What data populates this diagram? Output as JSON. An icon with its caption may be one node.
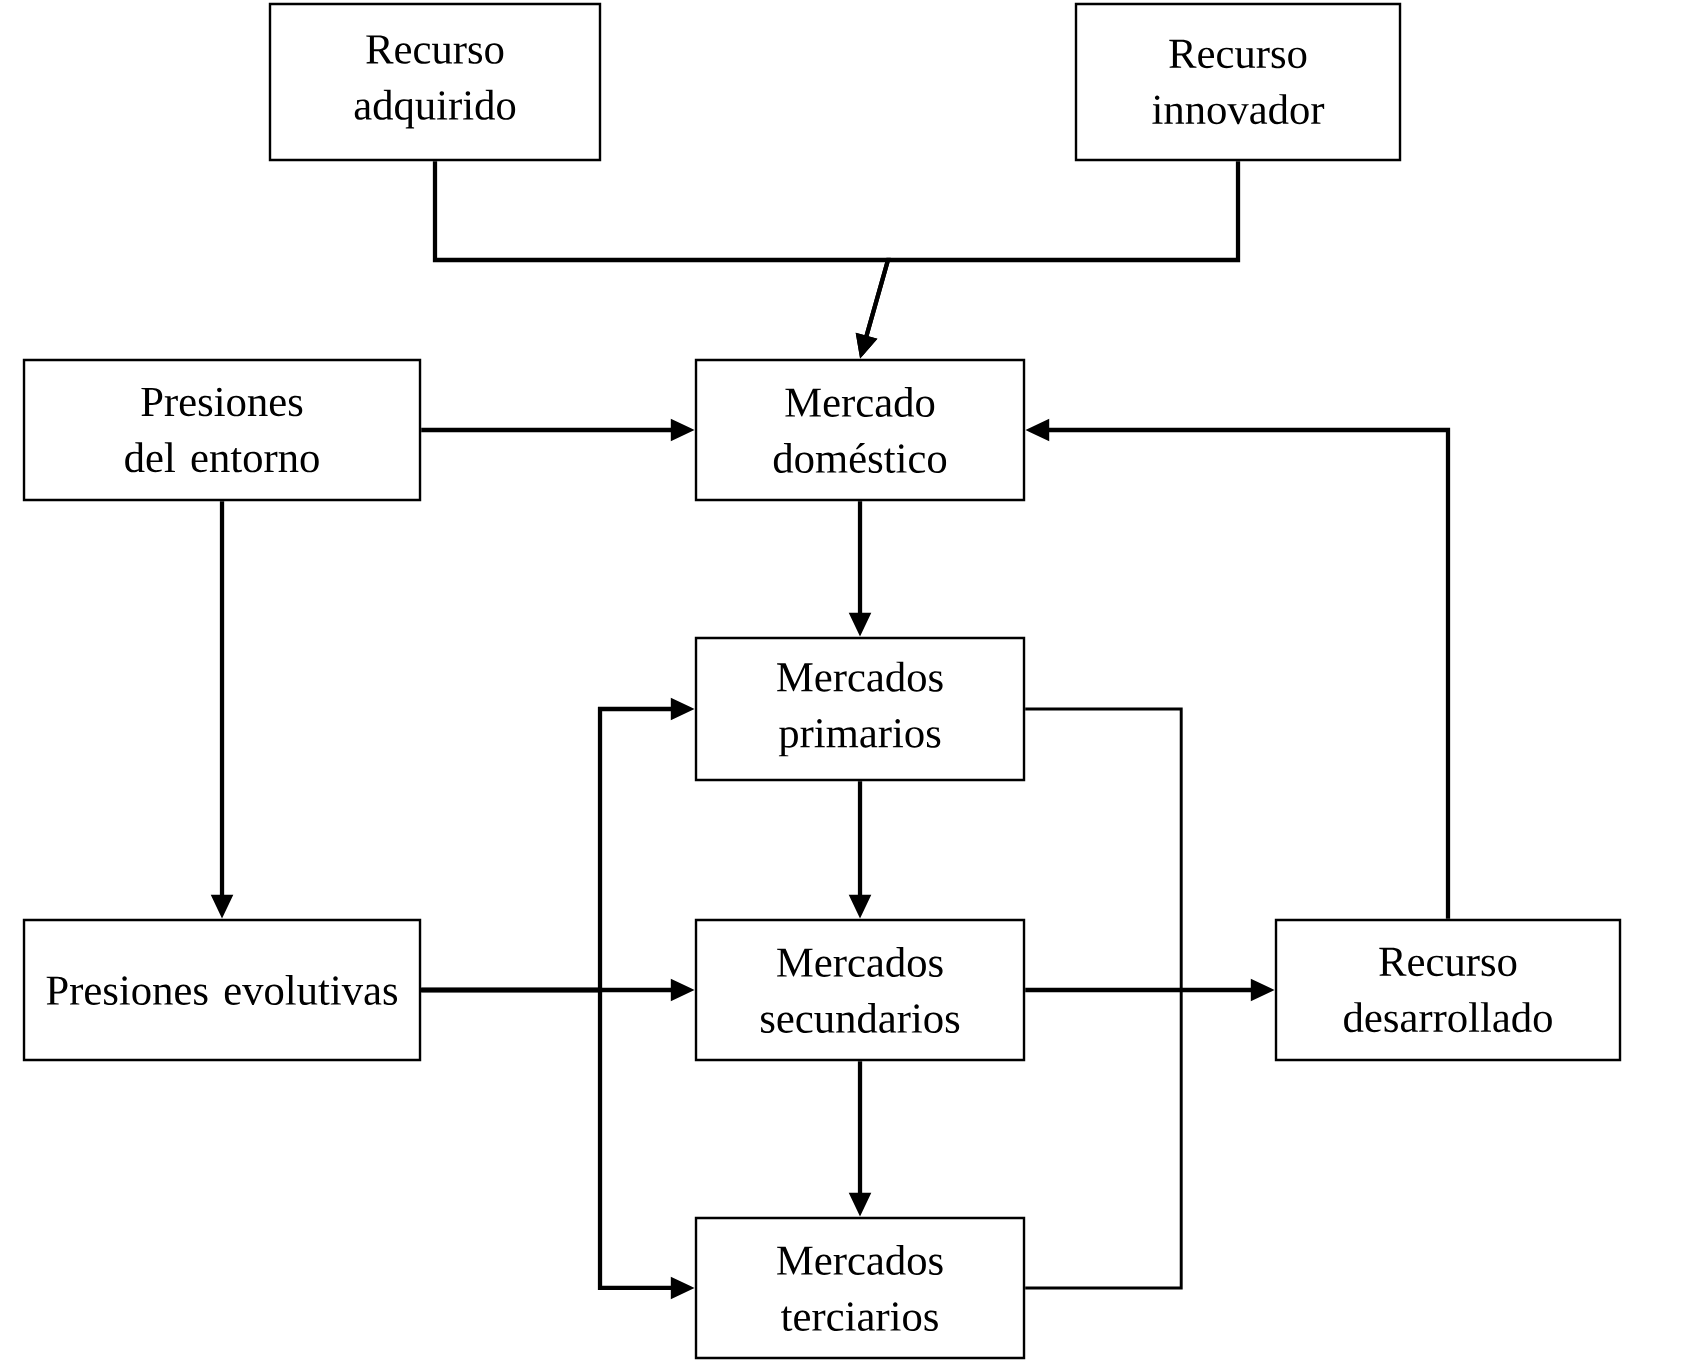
{
  "diagram": {
    "nodes": [
      {
        "text": [
          "Recurso adquirido"
        ]
      },
      {
        "text": [
          "Recurso innovador"
        ]
      },
      {
        "text": [
          "Presiones del entorno"
        ]
      },
      {
        "text": [
          "Mercado doméstico"
        ]
      },
      {
        "text": [
          "Mercados primarios"
        ]
      },
      {
        "text": [
          "Presiones evolutivas"
        ]
      },
      {
        "text": [
          "Mercados secundarios"
        ]
      },
      {
        "text": [
          "Recurso desarrollado"
        ]
      },
      {
        "text": [
          "Mercados terciarios"
        ]
      }
    ],
    "edges": [
      {
        "from": 0,
        "to": 3,
        "arrow": "to"
      },
      {
        "from": 1,
        "to": 3,
        "arrow": "to"
      },
      {
        "from": 2,
        "to": 3,
        "arrow": "to"
      },
      {
        "from": 7,
        "to": 3,
        "arrow": "to"
      },
      {
        "from": 3,
        "to": 4,
        "arrow": "to"
      },
      {
        "from": 2,
        "to": 5,
        "arrow": "to"
      },
      {
        "from": 5,
        "to": 4,
        "arrow": "to"
      },
      {
        "from": 5,
        "to": 6,
        "arrow": "to"
      },
      {
        "from": 5,
        "to": 8,
        "arrow": "to"
      },
      {
        "from": 4,
        "to": 6,
        "arrow": "to"
      },
      {
        "from": 6,
        "to": 8,
        "arrow": "to"
      },
      {
        "from": 6,
        "to": 7,
        "arrow": "to"
      },
      {
        "from": 4,
        "to": 8,
        "arrow": "none"
      }
    ]
  }
}
